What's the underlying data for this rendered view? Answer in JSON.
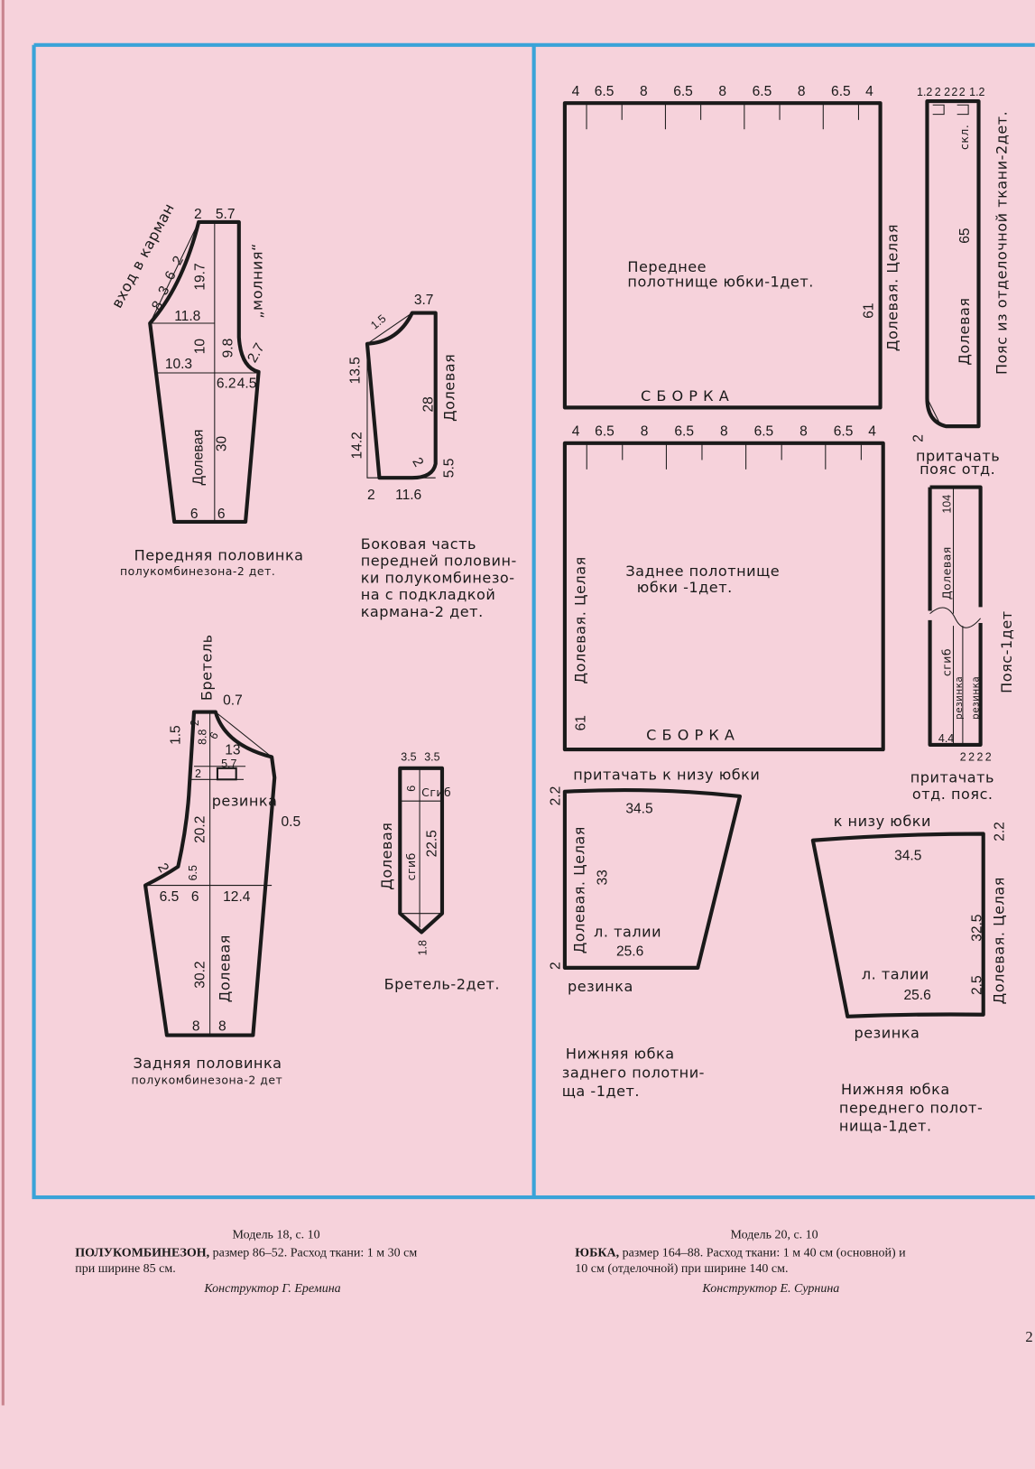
{
  "colors": {
    "page": "#f6d2db",
    "frame": "#3aa3d8",
    "ink": "#1a1a1a"
  },
  "front_half": {
    "caption": [
      "Передняя половинка",
      "полукомбинезона-2 дет."
    ],
    "pocket_label": "вход в карман",
    "zipper_label": "„молния“",
    "grain": "Долевая",
    "dims": [
      "2",
      "5.7",
      "19.7",
      "11.8",
      "10",
      "10.3",
      "9.8",
      "2.7",
      "6.2",
      "4.5",
      "30",
      "6",
      "6",
      "8",
      "3",
      "6",
      "2"
    ]
  },
  "side_part": {
    "caption": [
      "Боковая часть",
      "передней половин-",
      "ки полукомбинезо-",
      "на с подкладкой",
      "кармана-2 дет."
    ],
    "grain": "Долевая",
    "dims": [
      "3.7",
      "1.5",
      "13.5",
      "14.2",
      "28",
      "2",
      "5.5",
      "2",
      "11.6"
    ]
  },
  "back_half": {
    "caption": [
      "Задняя половинка",
      "полукомбинезона-2 дет"
    ],
    "strap_label": "Бретель",
    "elastic_label": "резинка",
    "grain": "Долевая",
    "dims": [
      "0.7",
      "1.5",
      "8.8",
      "2",
      "6",
      "13",
      "5.7",
      "2",
      "0.5",
      "20.2",
      "2",
      "6.5",
      "6.5",
      "6",
      "12.4",
      "30.2",
      "8",
      "8"
    ]
  },
  "strap": {
    "caption": "Бретель-2дет.",
    "fold": "Сгиб",
    "fold2": "сгиб",
    "grain": "Долевая",
    "dims": [
      "3.5",
      "3.5",
      "6",
      "22.5",
      "1.8"
    ]
  },
  "front_skirt": {
    "title": [
      "Переднее",
      "полотнище юбки-1дет."
    ],
    "gather": "С Б О Р К А",
    "grain": "Долевая. Целая",
    "length": "61",
    "top_dims": [
      "4",
      "6.5",
      "8",
      "6.5",
      "8",
      "6.5",
      "8",
      "6.5",
      "4"
    ]
  },
  "back_skirt": {
    "title": [
      "Заднее полотнище",
      "юбки -1дет."
    ],
    "gather": "С Б О Р К А",
    "grain": "Долевая. Целая",
    "length": "61",
    "top_dims": [
      "4",
      "6.5",
      "8",
      "6.5",
      "8",
      "6.5",
      "8",
      "6.5",
      "4"
    ]
  },
  "belt_trim": {
    "caption": "Пояс из отделочной ткани-2дет.",
    "pleat": "скл.",
    "grain": "Долевая",
    "length": "65",
    "dims": [
      "1.2",
      "2",
      "2",
      "2",
      "2",
      "1.2",
      "2"
    ],
    "note": [
      "притачать",
      "пояс отд."
    ]
  },
  "belt": {
    "caption": "Пояс-1дет",
    "grain": "Долевая",
    "length": "104",
    "fold": "сгиб",
    "elastic": [
      "резинка",
      "резинка"
    ],
    "dims": [
      "4.4",
      "2",
      "2",
      "2",
      "2"
    ],
    "note": [
      "притачать",
      "отд. пояс."
    ]
  },
  "underskirt_back": {
    "top_note": "притачать к низу юбки",
    "grain": "Долевая. Целая",
    "waist": "л. талии",
    "elastic": "резинка",
    "dims": [
      "2.2",
      "34.5",
      "33",
      "25.6",
      "2"
    ],
    "caption": [
      "Нижняя юбка",
      "заднего полотни-",
      "ща -1дет."
    ]
  },
  "underskirt_front": {
    "top_note": "к низу юбки",
    "grain": "Долевая. Целая",
    "waist": "л. талии",
    "elastic": "резинка",
    "dims": [
      "2.2",
      "34.5",
      "32.5",
      "25.6",
      "2.5"
    ],
    "caption": [
      "Нижняя юбка",
      "переднего полот-",
      "нища-1дет."
    ]
  },
  "footer": {
    "left": {
      "model": "Модель 18, с. 10",
      "title": "ПОЛУКОМБИНЕЗОН,",
      "desc1": " размер 86–52. Расход ткани: 1 м 30 см",
      "desc2": "при ширине 85 см.",
      "author": "Конструктор Г. Еремина"
    },
    "right": {
      "model": "Модель 20, с. 10",
      "title": "ЮБКА,",
      "desc1": " размер 164–88. Расход ткани: 1 м 40 см (основной) и",
      "desc2": "10 см (отделочной) при ширине 140 см.",
      "author": "Конструктор Е. Сурнина"
    },
    "page_number": "2"
  }
}
